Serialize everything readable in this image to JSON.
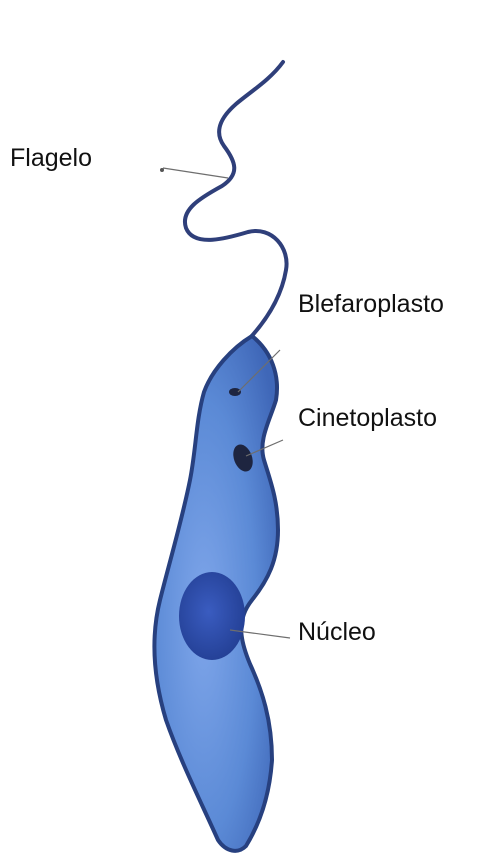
{
  "labels": {
    "flagellum": "Flagelo",
    "blepharoplast": "Blefaroplasto",
    "kinetoplast": "Cinetoplasto",
    "nucleus": "Núcleo"
  },
  "colors": {
    "cell_fill": "#5b8ad6",
    "cell_outline": "#27407f",
    "flagellum": "#2f3f7a",
    "nucleus": "#2f4fae",
    "kinetoplast": "#1e2540",
    "leader_line": "#6e6e6e",
    "label_text": "#111111"
  }
}
